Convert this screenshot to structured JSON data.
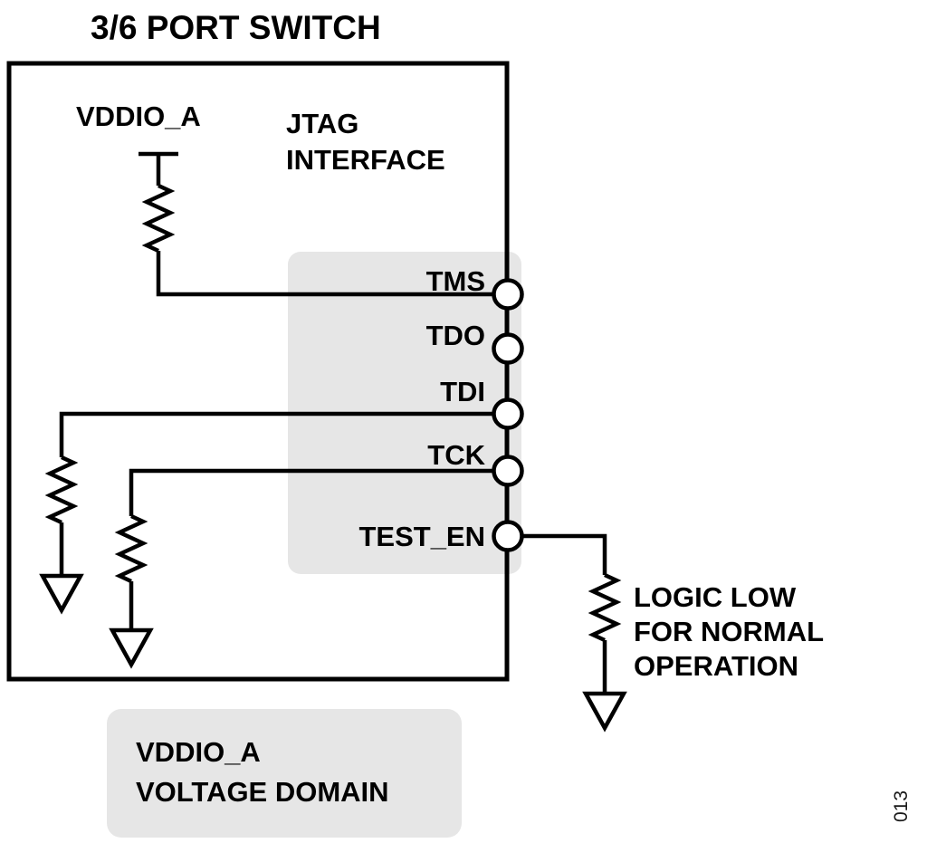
{
  "title": "3/6 PORT SWITCH",
  "chip": {
    "interface_label": {
      "line1": "JTAG",
      "line2": "INTERFACE"
    },
    "supply": {
      "label": "VDDIO_A"
    },
    "pins": [
      {
        "name": "TMS"
      },
      {
        "name": "TDO"
      },
      {
        "name": "TDI"
      },
      {
        "name": "TCK"
      },
      {
        "name": "TEST_EN"
      }
    ]
  },
  "annotation": {
    "line1": "LOGIC LOW",
    "line2": "FOR NORMAL",
    "line3": "OPERATION"
  },
  "domain_box": {
    "line1": "VDDIO_A",
    "line2": "VOLTAGE DOMAIN"
  },
  "figure_number": "013",
  "colors": {
    "line": "#000000",
    "shade": "#e6e6e6",
    "background": "#ffffff"
  }
}
